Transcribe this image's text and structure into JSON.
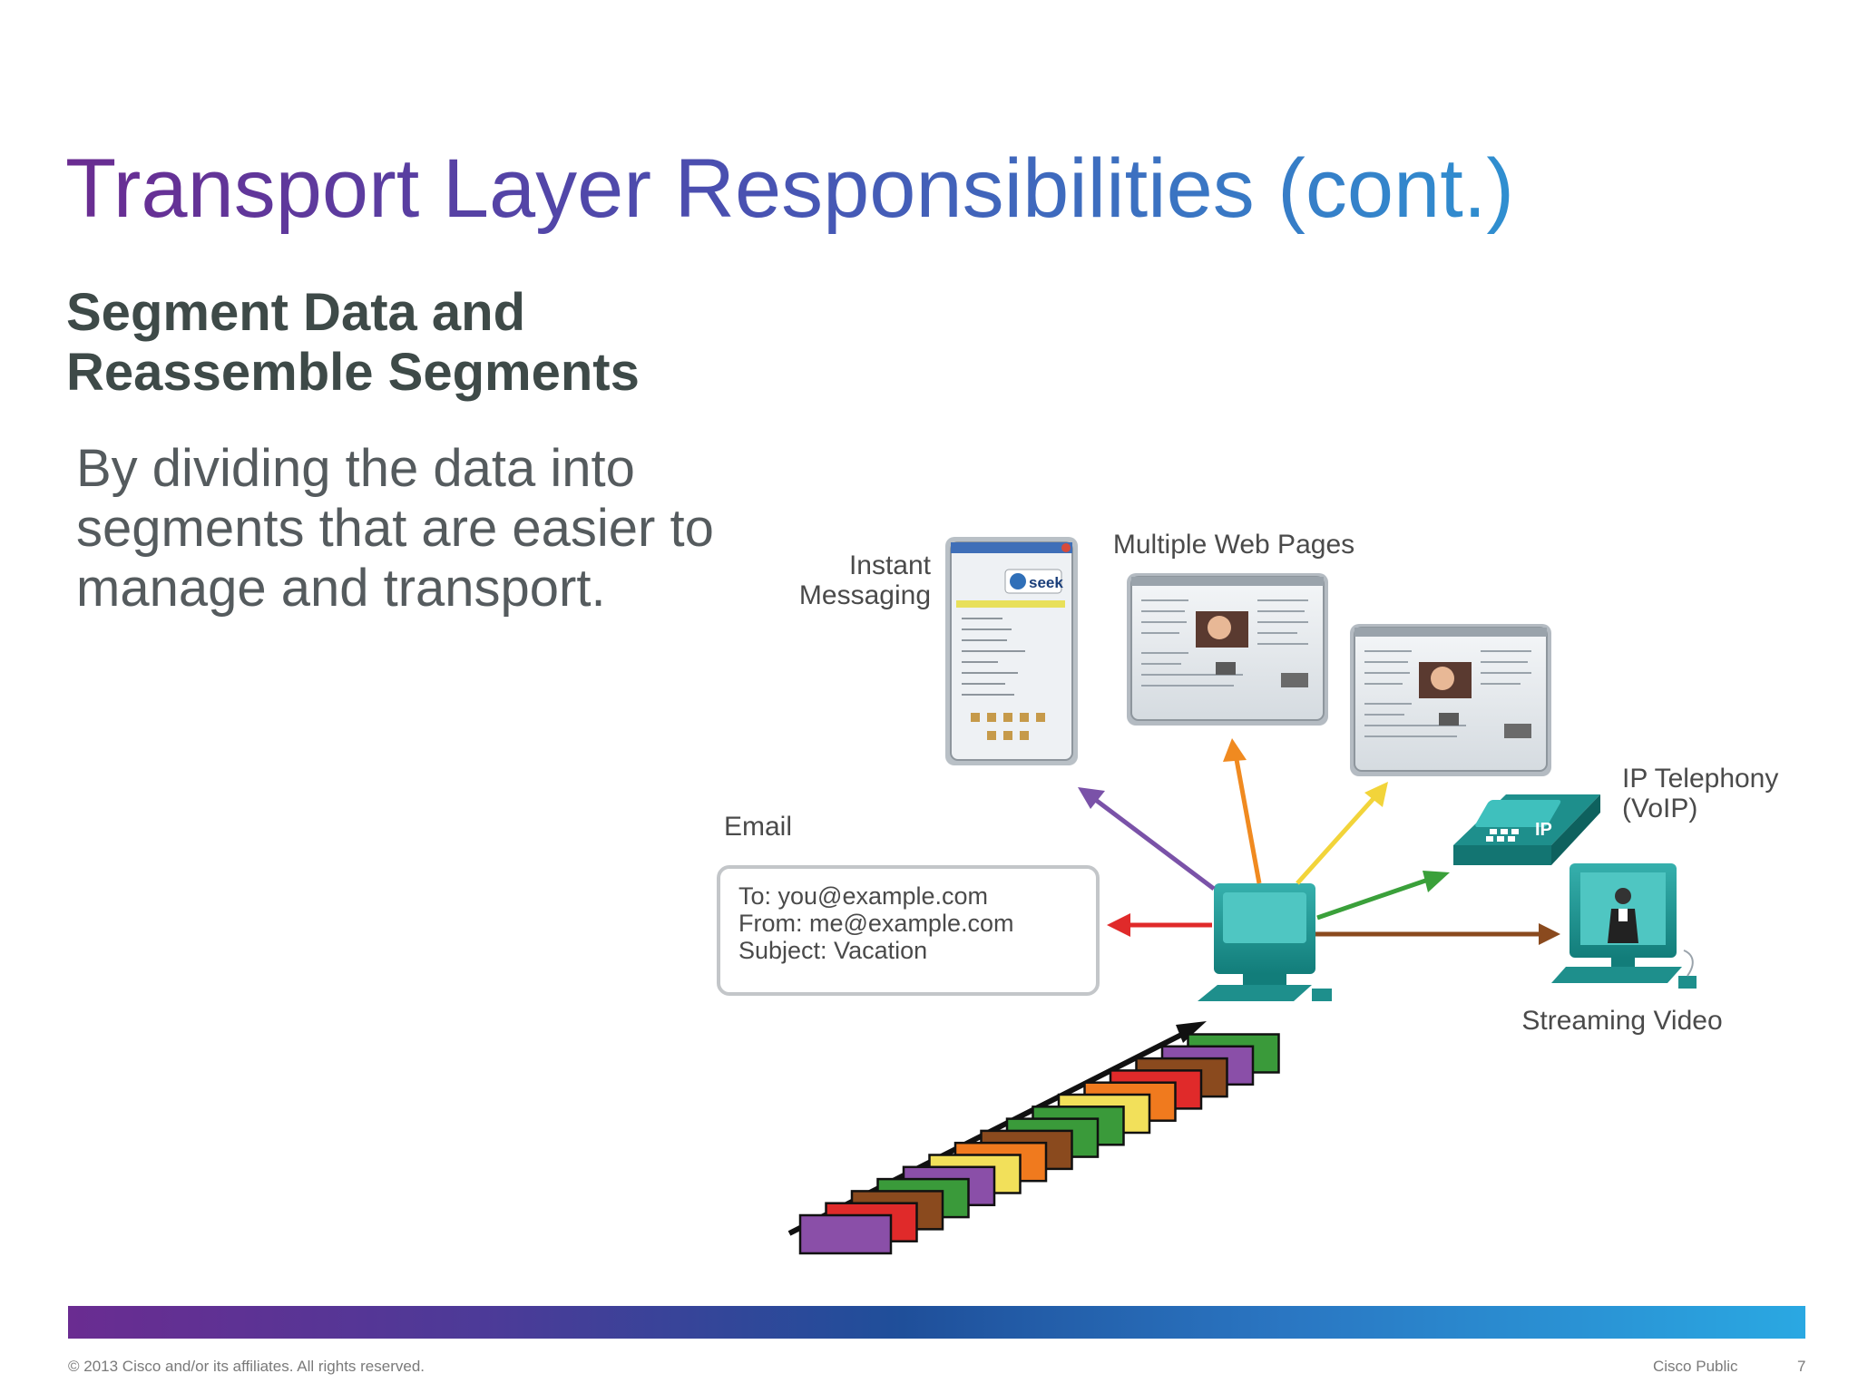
{
  "slide": {
    "title": "Transport Layer Responsibilities (cont.)",
    "subtitle_line1": "Segment Data and",
    "subtitle_line2": "Reassemble Segments",
    "body_line1": "By dividing the data into",
    "body_line2": "segments that are easier to",
    "body_line3": "manage and transport."
  },
  "diagram": {
    "labels": {
      "instant_line1": "Instant",
      "instant_line2": "Messaging",
      "web_pages": "Multiple Web Pages",
      "ip_tel_line1": "IP Telephony",
      "ip_tel_line2": "(VoIP)",
      "email": "Email",
      "streaming": "Streaming Video"
    },
    "email_box": {
      "to": "To: you@example.com",
      "from": "From: me@example.com",
      "subject": "Subject: Vacation"
    },
    "im_window": {
      "logo": "seek"
    },
    "phone_badge": "IP",
    "segment_colors": [
      "#8a4fa8",
      "#e02a2a",
      "#8a4a1e",
      "#3a9a3a",
      "#8a4fa8",
      "#f2e05a",
      "#f07a1e",
      "#8a4a1e",
      "#3a9a3a",
      "#3a9a3a",
      "#f2e05a",
      "#f07a1e",
      "#e02a2a",
      "#8a4a1e",
      "#8a4fa8",
      "#3a9a3a"
    ]
  },
  "footer": {
    "copyright": "© 2013 Cisco and/or its affiliates. All rights reserved.",
    "classification": "Cisco Public",
    "page_number": "7"
  }
}
